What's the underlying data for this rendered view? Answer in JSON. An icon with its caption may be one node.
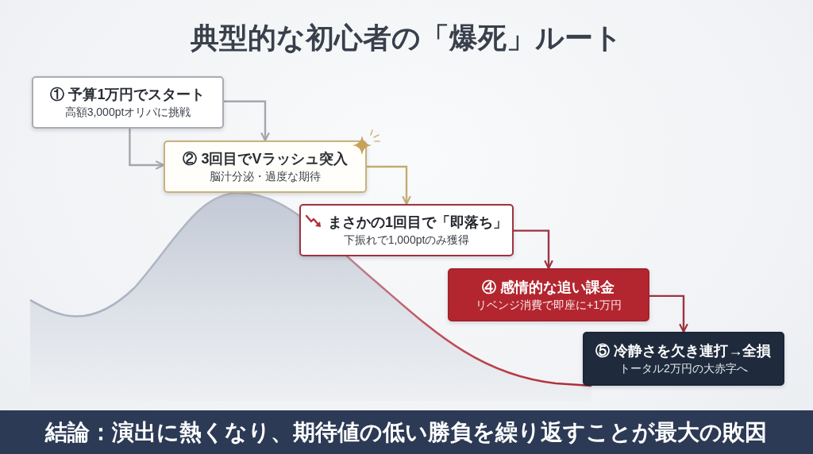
{
  "diagram": {
    "title": "典型的な初心者の「爆死」ルート",
    "nodes": [
      {
        "text": [
          "① 予算1万円でスタート",
          "高額3,000ptオリパに挑戦"
        ]
      },
      {
        "text": [
          "② 3回目でVラッシュ突入",
          "脳汁分泌・過度な期待"
        ]
      },
      {
        "text": [
          "まさかの1回目で「即落ち」",
          "下振れで1,000ptのみ獲得"
        ]
      },
      {
        "text": [
          "④ 感情的な追い課金",
          "リベンジ消費で即座に+1万円"
        ]
      },
      {
        "text": [
          "⑤ 冷静さを欠き連打→全損",
          "トータル2万円の大赤字へ"
        ]
      },
      {
        "text": [
          "結論：演出に熱くなり、期待値の低い勝負を繰り返すことが最大の敗因"
        ]
      }
    ],
    "edges": [
      {
        "from": 0,
        "to": 1,
        "arrow": "to",
        "color": "#a3a7ad"
      },
      {
        "from": 0,
        "to": 1,
        "arrow": "to",
        "color": "#a3a7ad"
      },
      {
        "from": 1,
        "to": 2,
        "arrow": "to",
        "color": "#c2ac72"
      },
      {
        "from": 2,
        "to": 3,
        "arrow": "to",
        "color": "#9e3340"
      },
      {
        "from": 3,
        "to": 4,
        "arrow": "to",
        "color": "#9e3340"
      }
    ]
  }
}
